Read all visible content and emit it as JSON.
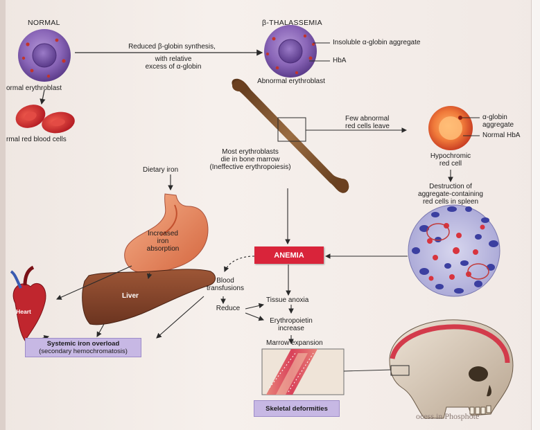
{
  "labels": {
    "normal": "NORMAL",
    "beta_thal": "β-THALASSEMIA",
    "normal_erythroblast": "ormal erythroblast",
    "normal_rbc": "rmal red blood cells",
    "reduced_synthesis": "Reduced β-globin synthesis,",
    "relative_excess": "with relative\nexcess of α-globin",
    "insoluble_aggregate": "Insoluble α-globin aggregate",
    "hba": "HbA",
    "abnormal_erythroblast": "Abnormal erythroblast",
    "few_abnormal": "Few abnormal\nred cells leave",
    "alpha_aggregate": "α-globin\naggregate",
    "normal_hba": "Normal HbA",
    "hypochromic": "Hypochromic\nred cell",
    "most_erythroblasts": "Most erythroblasts\ndie in bone marrow\n(Ineffective erythropoiesis)",
    "destruction": "Destruction of\naggregate-containing\nred cells in spleen",
    "dietary_iron": "Dietary iron",
    "increased_iron": "Increased\niron\nabsorption",
    "anemia": "ANEMIA",
    "blood_transfusions": "Blood\ntransfusions",
    "reduce": "Reduce",
    "tissue_anoxia": "Tissue anoxia",
    "erythropoietin": "Erythropoietin\nincrease",
    "marrow_expansion": "Marrow expansion",
    "heart": "Heart",
    "liver": "Liver",
    "systemic_title": "Systemic iron overload",
    "systemic_sub": "(secondary hemochromatosis)",
    "skeletal": "Skeletal deformities",
    "bottom_heading": "ocess in Phosphote"
  },
  "colors": {
    "anemia_box": "#d9243a",
    "label_box": "#c7b8e4",
    "cell_purple": "#7d5aa8",
    "rbc_red": "#c8242b",
    "liver": "#8c4a30",
    "stomach": "#e48a63",
    "bone": "#7a4a28"
  }
}
